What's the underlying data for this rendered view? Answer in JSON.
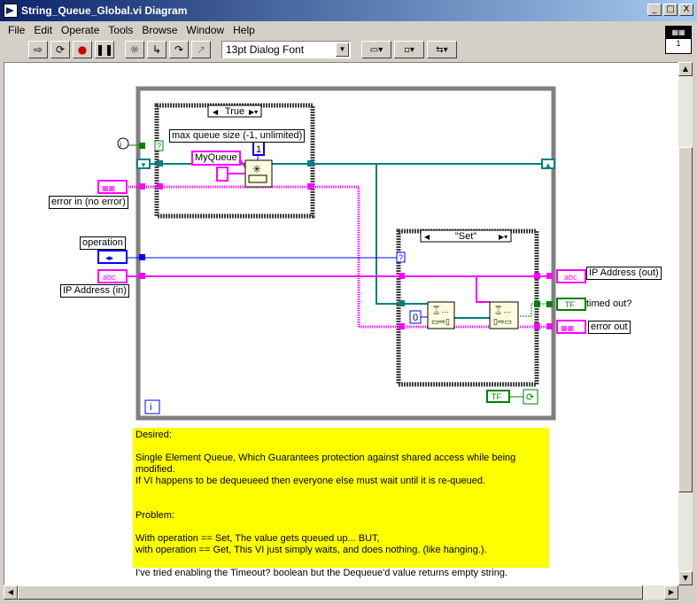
{
  "window": {
    "title": "String_Queue_Global.vi Diagram",
    "buttons": [
      "_",
      "□",
      "X"
    ]
  },
  "menu": [
    "File",
    "Edit",
    "Operate",
    "Tools",
    "Browse",
    "Window",
    "Help"
  ],
  "toolbar": {
    "font": "13pt Dialog Font",
    "vi_icon_number": "1"
  },
  "diagram": {
    "case1_selector": "True",
    "case2_selector": "\"Set\"",
    "max_queue_size_label": "max queue size (-1, unlimited)",
    "queue_name": "MyQueue",
    "queue_size_const": "1",
    "error_in_label": "error in (no error)",
    "operation_label": "operation",
    "ip_in_label": "IP Address (in)",
    "ip_out_label": "IP Address (out)",
    "timed_out_label": "timed out?",
    "error_out_label": "error out",
    "zero_const": "0",
    "tf_label": "TF",
    "abc_label": "abc",
    "iteration_label": "i"
  },
  "comment": {
    "text": "Desired:\n\nSingle Element Queue, Which Guarantees protection against shared access while being modified.\nIf VI happens to be dequeueed then everyone else must wait until it is re-queued.\n\n\nProblem:\n\nWith operation == Set, The value gets queued up... BUT,\nwith operation == Get, This VI just simply waits, and does nothing.  (like hanging.).\n\nI've tried enabling the Timeout? boolean but the Dequeue'd value returns empty string."
  },
  "colors": {
    "string_wire": "#ff00ff",
    "error_wire": "#ff00ff",
    "enum_wire": "#0000ff",
    "refnum_wire": "#008080",
    "bool_wire": "#008000",
    "comment_bg": "#ffff00",
    "title_bar": "#0a246a"
  }
}
